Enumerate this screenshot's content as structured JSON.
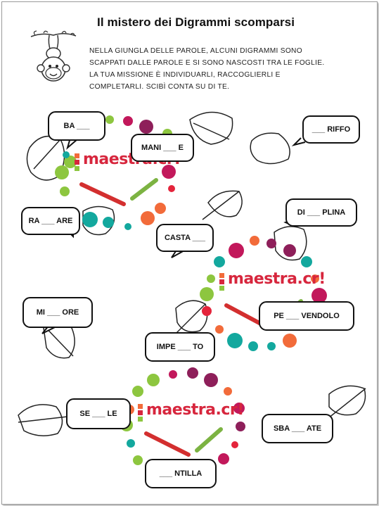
{
  "title": "Il mistero dei Digrammi scomparsi",
  "intro": {
    "lines": [
      "NELLA GIUNGLA DELLE PAROLE, ALCUNI DIGRAMMI SONO",
      "SCAPPATI DALLE PAROLE E SI SONO NASCOSTI TRA LE FOGLIE.",
      "LA TUA MISSIONE È INDIVIDUARLI, RACCOGLIERLI E",
      "COMPLETARLI. SCIBÌ CONTA SU DI TE."
    ]
  },
  "words": [
    {
      "text": "BA ___"
    },
    {
      "text": "MANI ___ E"
    },
    {
      "text": "___ RIFFO"
    },
    {
      "text": "RA ___ ARE"
    },
    {
      "text": "CASTA ___"
    },
    {
      "text": "DI ___ PLINA"
    },
    {
      "text": "MI ___ ORE"
    },
    {
      "text": "PE ___ VENDOLO"
    },
    {
      "text": "IMPE ___ TO"
    },
    {
      "text": "SE ___ LE"
    },
    {
      "text": "SBA ___ ATE"
    },
    {
      "text": "___ NTILLA"
    }
  ],
  "watermark": {
    "text": "maestra.cr!"
  },
  "colors": {
    "dot_green": "#8dc63f",
    "dot_teal": "#13a89e",
    "dot_magenta": "#c2185b",
    "dot_purple": "#8e1f5a",
    "dot_orange": "#f26b3a",
    "dot_red": "#e4243b",
    "watermark": "#d7263d"
  },
  "icons": [
    "monkey-icon",
    "leaf-icon",
    "pencil-icon",
    "paint-dot-icon"
  ]
}
